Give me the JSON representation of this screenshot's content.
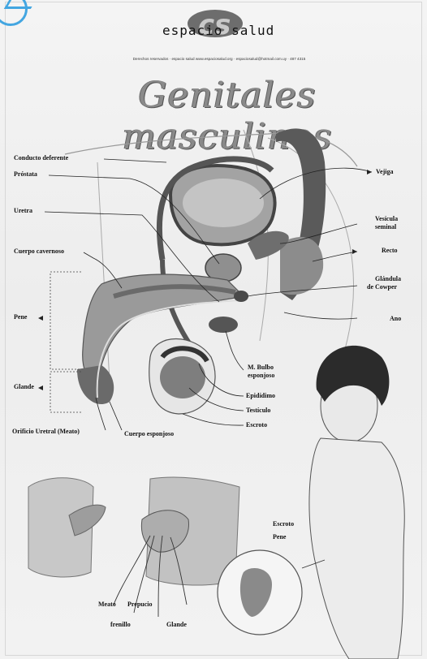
{
  "header": {
    "logo_text": "espacio salud",
    "credits": "Derechos reservados · espacio salud www.espaciosalud.org · espaciosalud@hotmail.com.uy · 487 4315"
  },
  "title": "Genitales masculinos",
  "labels_left": {
    "conducto_deferente": "Conducto deferente",
    "prostata": "Próstata",
    "uretra": "Uretra",
    "cuerpo_cavernoso": "Cuerpo cavernoso",
    "pene": "Pene",
    "glande": "Glande",
    "orificio_uretral": "Orificio Uretral (Meato)",
    "cuerpo_esponjoso": "Cuerpo esponjoso"
  },
  "labels_right": {
    "vejiga": "Vejiga",
    "vesicula_line1": "Vesícula",
    "vesicula_line2": "seminal",
    "recto": "Recto",
    "glandula_line1": "Glándula",
    "glandula_line2": "de Cowper",
    "ano": "Ano",
    "bulbo_line1": "M. Bulbo",
    "bulbo_line2": "esponjoso",
    "epididimo": "Epidídimo",
    "testiculo": "Testículo",
    "escroto": "Escroto"
  },
  "labels_bottom": {
    "meato": "Meato",
    "prepucio": "Prepucio",
    "frenillo": "frenillo",
    "glande": "Glande"
  },
  "labels_figure": {
    "escroto": "Escroto",
    "pene": "Pene"
  },
  "colors": {
    "accent": "#43a6e1",
    "title_gray": "#8a8a8a",
    "organ_dark": "#5a5a5a",
    "organ_mid": "#8c8c8c",
    "organ_light": "#bdbdbd"
  }
}
